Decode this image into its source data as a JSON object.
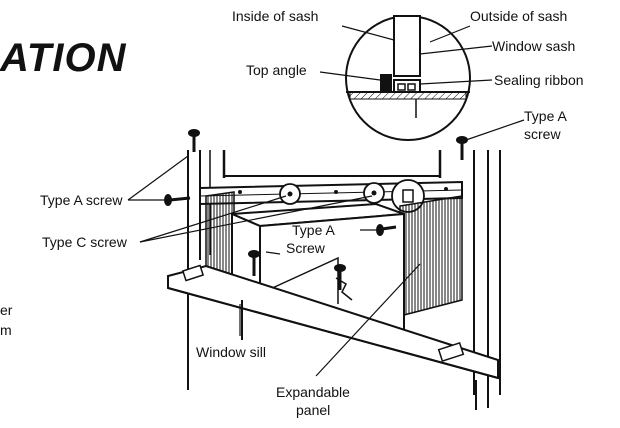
{
  "title_fragment": "ATION",
  "side_text_fragments": [
    "er",
    "m"
  ],
  "labels": {
    "inside_of_sash": "Inside of sash",
    "outside_of_sash": "Outside of sash",
    "window_sash": "Window sash",
    "top_angle": "Top angle",
    "sealing_ribbon": "Sealing ribbon",
    "type_a_screw_right_line1": "Type A",
    "type_a_screw_right_line2": "screw",
    "type_a_screw_left": "Type A screw",
    "type_c_screw": "Type C screw",
    "type_a_screw_center_line1": "Type A",
    "type_a_screw_center_line2": "Screw",
    "window_sill": "Window sill",
    "expandable_panel_line1": "Expandable",
    "expandable_panel_line2": "panel"
  },
  "colors": {
    "ink": "#111111",
    "paper": "#ffffff"
  }
}
